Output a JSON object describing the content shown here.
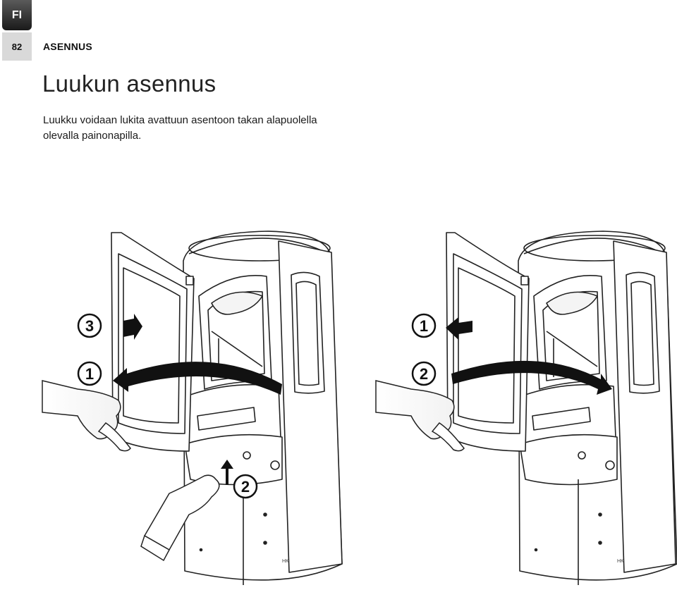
{
  "header": {
    "language": "FI",
    "page_number": "82",
    "section": "ASENNUS"
  },
  "content": {
    "title": "Luukun asennus",
    "body": "Luukku voidaan lukita avattuun asentoon takan alapuolella olevalla painonapilla."
  },
  "figure_left": {
    "step_a": "3",
    "step_b": "1",
    "step_c": "2",
    "brand_mark": "HK"
  },
  "figure_right": {
    "step_a": "1",
    "step_b": "2",
    "brand_mark": "HK"
  }
}
